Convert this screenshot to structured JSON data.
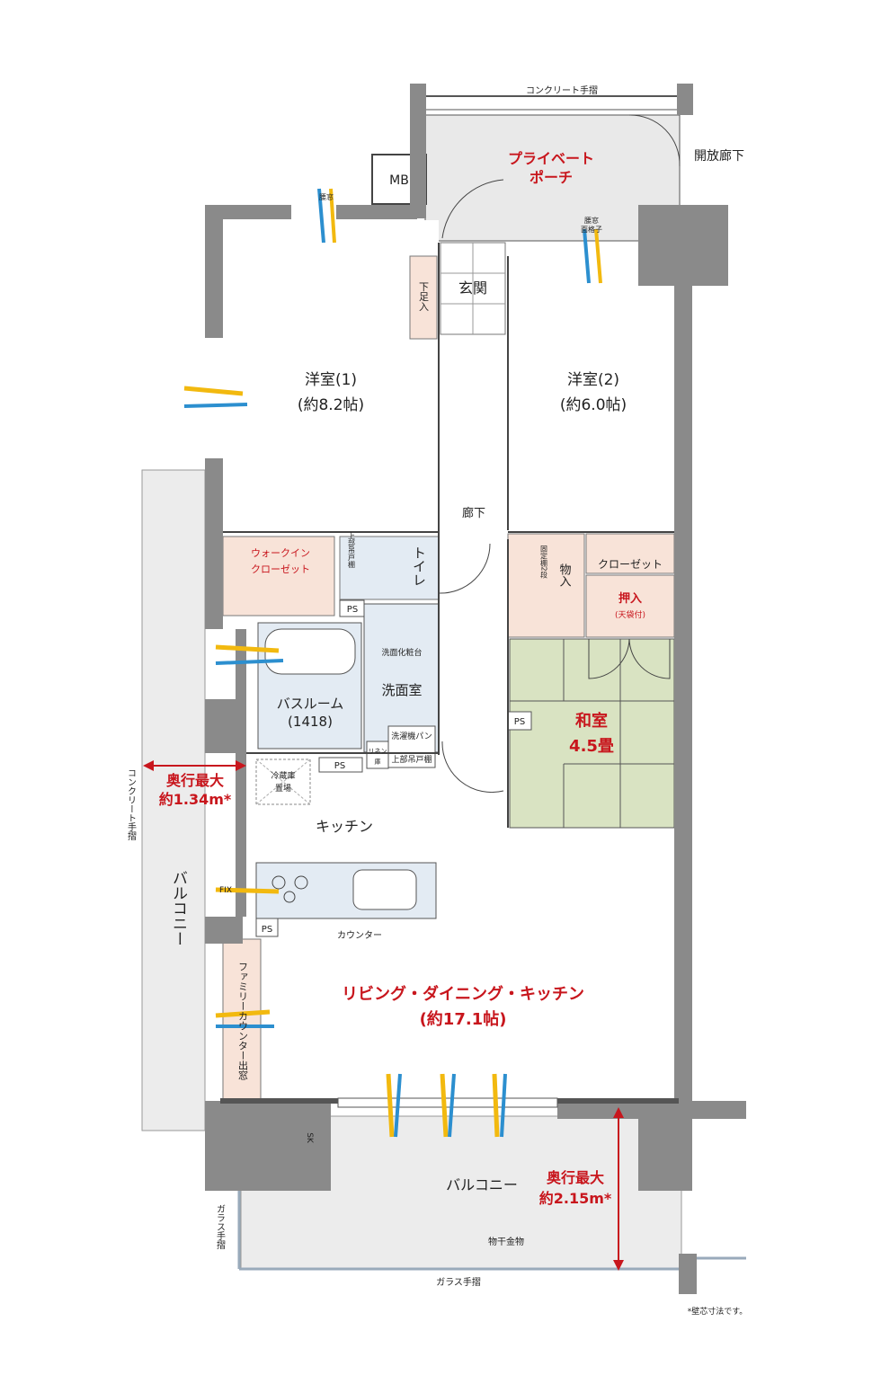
{
  "labels": {
    "top_rail": "コンクリート手摺",
    "open_corridor": "開放廊下",
    "mb": "MB",
    "porch_1": "プライベート",
    "porch_2": "ポーチ",
    "koshimado": "腰窓",
    "koshimado_grille_1": "腰窓",
    "koshimado_grille_2": "面格子",
    "getabako": "下足入",
    "genkan": "玄関",
    "room1_name": "洋室(1)",
    "room1_size": "(約8.2帖)",
    "room2_name": "洋室(2)",
    "room2_size": "(約6.0帖)",
    "rouka": "廊下",
    "wic_1": "ウォークイン",
    "wic_2": "クローゼット",
    "toilet": "トイレ",
    "toilet_shelf": "上部吊戸棚",
    "ps": "PS",
    "monoire": "物入",
    "shelf2": "固定棚2段",
    "closet": "クローゼット",
    "oshiire": "押入",
    "tenbukuro": "(天袋付)",
    "washitsu_1": "和室",
    "washitsu_2": "4.5畳",
    "senmen_dai": "洗面化粧台",
    "senmenshitsu": "洗面室",
    "bath_1": "バスルーム",
    "bath_2": "(1418)",
    "washer_pan": "洗濯機パン",
    "upper_shelf": "上部吊戸棚",
    "linen_1": "リネン",
    "linen_2": "庫",
    "fridge_1": "冷蔵庫",
    "fridge_2": "置場",
    "depth1_a": "奥行最大",
    "depth1_b": "約1.34m*",
    "kitchen": "キッチン",
    "fix": "FIX",
    "counter": "カウンター",
    "side_rail": "コンクリート手摺",
    "balcony_side": "バルコニー",
    "family_counter": "ファミリーカウンター出窓",
    "ldk_1": "リビング・ダイニング・キッチン",
    "ldk_2": "(約17.1帖)",
    "sk": "SK",
    "balcony": "バルコニー",
    "monohoshi": "物干金物",
    "glass_rail": "ガラス手摺",
    "glass_rail_side": "ガラス手摺",
    "depth2_a": "奥行最大",
    "depth2_b": "約2.15m*",
    "footnote": "*壁芯寸法です。"
  },
  "colors": {
    "wall": "#8a8a8a",
    "accent_red": "#c8161d",
    "porch_fill": "#e9e9e9",
    "closet_fill": "#f8e3d8",
    "wet_fill": "#e3ebf3",
    "tatami_fill": "#d9e3c2",
    "wind_yellow": "#f2b90f",
    "wind_blue": "#2c8fcf"
  }
}
